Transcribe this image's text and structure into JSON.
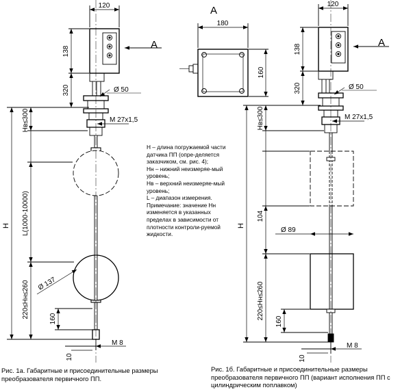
{
  "view_label": "A",
  "dimensions": {
    "d120_left": "120",
    "d138_left": "138",
    "d320_left": "320",
    "d50_left": "Ø 50",
    "m27_left": "M 27x1,5",
    "hv_left": "Hв≤300",
    "l_left": "L(1000-10000)",
    "h_left": "H",
    "d137": "Ø 137",
    "hn_left": "220≤Hн≤260",
    "d160_left": "160",
    "d10_left": "10",
    "m8_left": "M 8",
    "d180_top": "180",
    "d160_top": "160",
    "d120_right": "120",
    "d138_right": "138",
    "d320_right": "320",
    "d50_right": "Ø 50",
    "m27_right": "M 27x1,5",
    "hv_right": "Hв≤300",
    "h_right": "H",
    "d104": "104",
    "d89": "Ø 89",
    "hn_right": "220≤Hн≤260",
    "d160_right": "160",
    "d10_right": "10",
    "m8_right": "M 8"
  },
  "notes": [
    "Н – длина погружаемой части датчика ПП (опре-деляется заказчиком, см. рис. 4);",
    "Нн – нижний неизмеряе-мый уровень;",
    "Нв – верхний неизмеряе-мый уровень;",
    "L – диапазон измерения.",
    "Примечание: значение Нн изменяется в указанных пределах в зависимости от плотности контроли-руемой жидкости."
  ],
  "captions": {
    "left": "Рис. 1а. Габаритные и присоединительные размеры преобразователя первичного ПП.",
    "right": "Рис. 1б. Габаритные и присоединительные размеры преобразователя первичного ПП (вариант исполнения ПП с цилиндрическим поплавком)"
  }
}
